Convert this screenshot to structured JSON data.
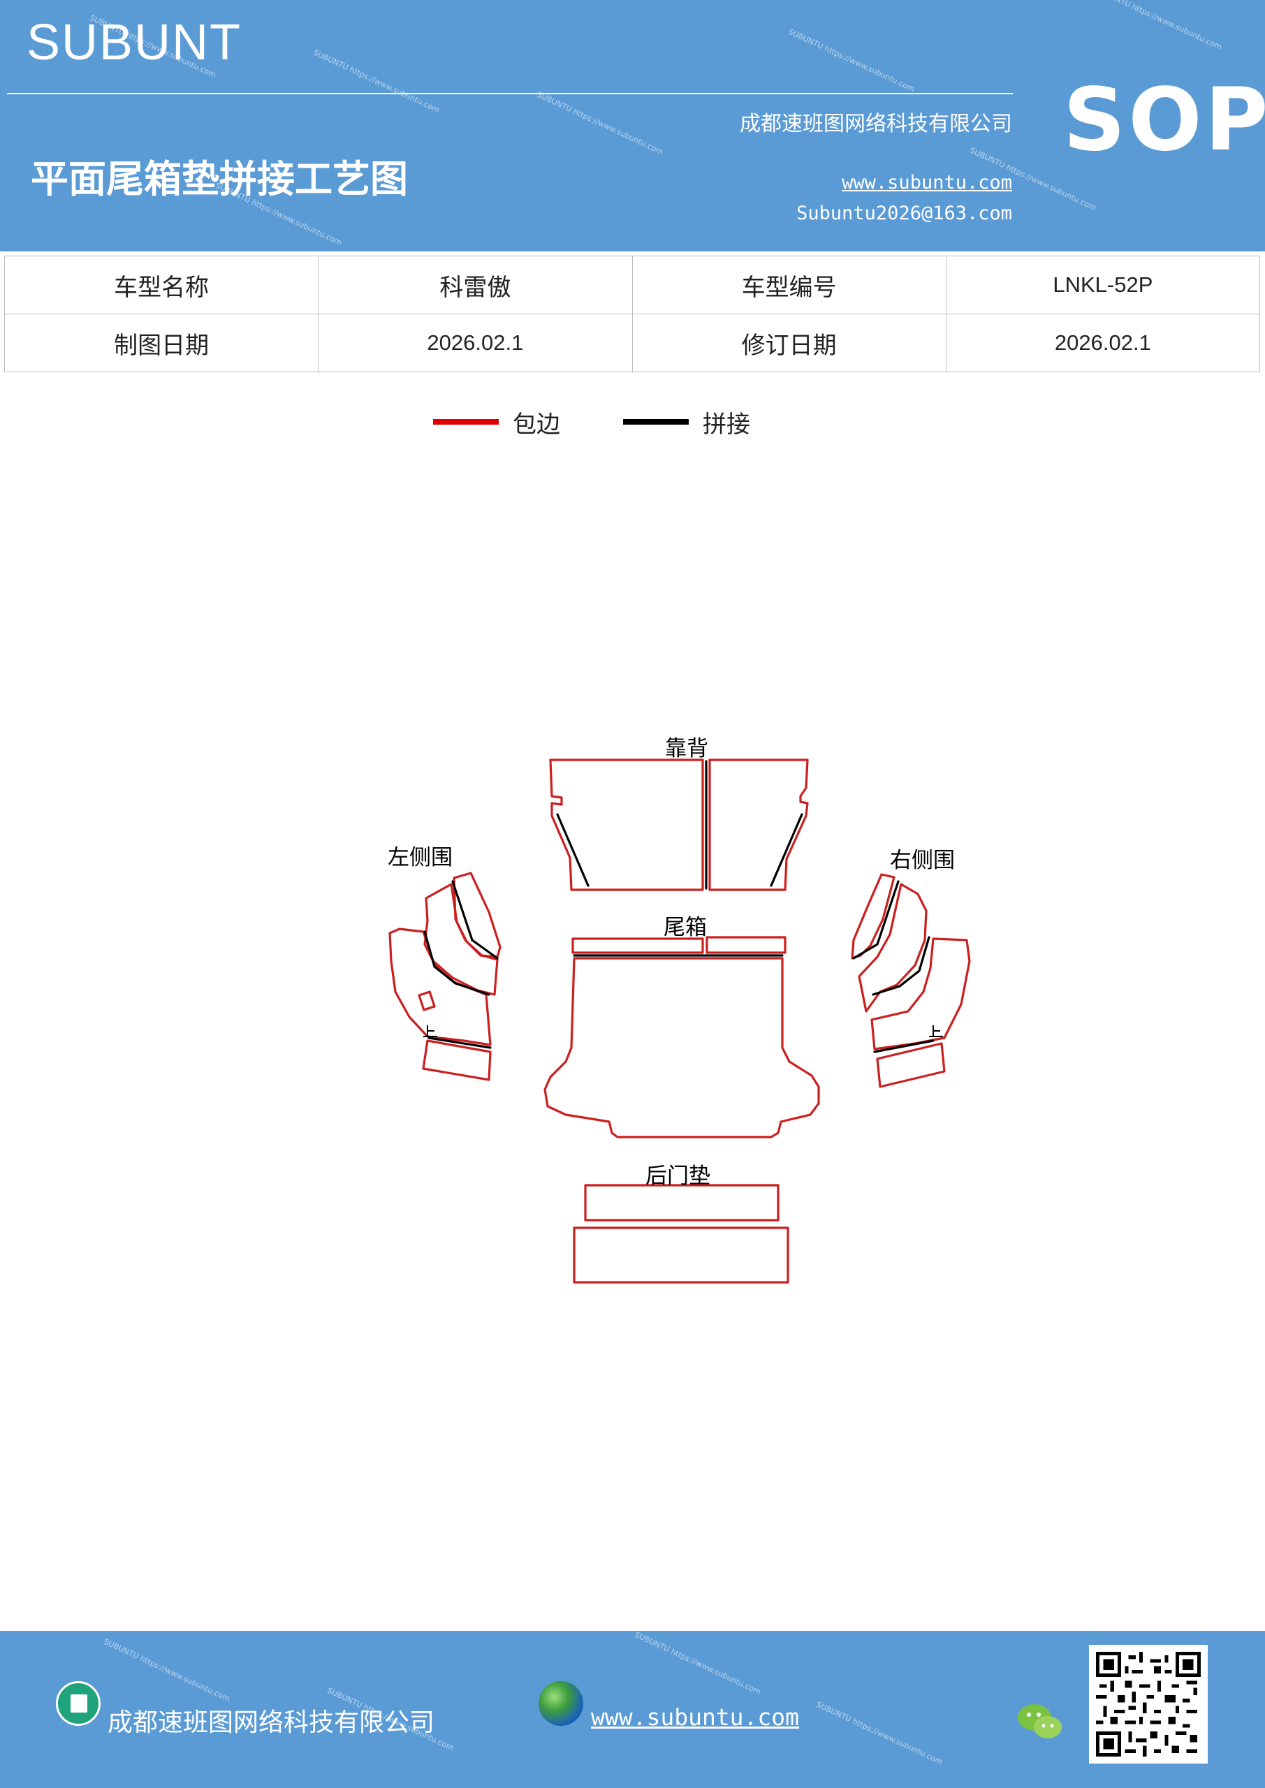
{
  "header": {
    "brand": "SUBUNT",
    "title": "平面尾箱垫拼接工艺图",
    "company": "成都速班图网络科技有限公司",
    "website": "www.subuntu.com",
    "email": "Subuntu2026@163.com",
    "badge": "SOP",
    "background_color": "#5b9bd5"
  },
  "info_table": {
    "rows": [
      [
        "车型名称",
        "科雷傲",
        "车型编号",
        "LNKL-52P"
      ],
      [
        "制图日期",
        "2026.02.1",
        "修订日期",
        "2026.02.1"
      ]
    ]
  },
  "legend": [
    {
      "label": "包边",
      "color": "#e00000"
    },
    {
      "label": "拼接",
      "color": "#000000"
    }
  ],
  "diagram": {
    "part_labels": {
      "backrest": "靠背",
      "left_side": "左侧围",
      "right_side": "右侧围",
      "trunk": "尾箱",
      "tailgate": "后门垫"
    },
    "edge_color": "#e00000",
    "seam_color": "#000000"
  },
  "footer": {
    "company": "成都速班图网络科技有限公司",
    "website": "www.subuntu.com",
    "icons": [
      "building-icon",
      "globe-icon",
      "wechat-icon",
      "qr-code"
    ]
  }
}
